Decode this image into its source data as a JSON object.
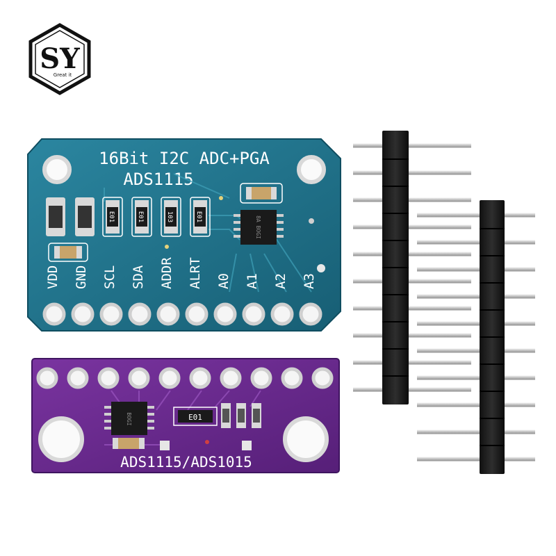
{
  "logo": {
    "letters": "SY",
    "tagline": "Great it"
  },
  "blue_board": {
    "title_line1": "16Bit I2C ADC+PGA",
    "title_line2": "ADS1115",
    "pins": [
      "VDD",
      "GND",
      "SCL",
      "SDA",
      "ADDR",
      "ALRT",
      "A0",
      "A1",
      "A2",
      "A3"
    ],
    "resistor_marking": "E01",
    "resistor_marking_alt": "103",
    "chip_marking": "8A BOGI",
    "color": "#1f6f86"
  },
  "purple_board": {
    "label": "ADS1115/ADS1015",
    "chip_marking": "BOGI",
    "resistor_marking": "E01",
    "color": "#6a2a8e"
  },
  "headers": {
    "long_pin_count": 10,
    "short_pin_count": 10
  }
}
